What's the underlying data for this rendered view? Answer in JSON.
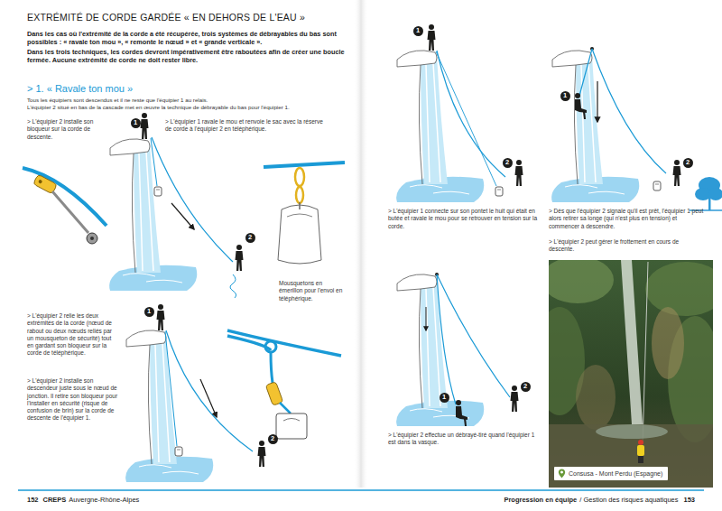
{
  "diagram": {
    "title": "EXTRÉMITÉ DE CORDE GARDÉE « EN DEHORS DE L'EAU »",
    "nodes": [
      {
        "text": [
          "1"
        ]
      },
      {
        "text": [
          "2"
        ]
      },
      {
        "text": [
          "1"
        ]
      },
      {
        "text": [
          "2"
        ]
      },
      {
        "text": [
          "1"
        ]
      },
      {
        "text": [
          "2"
        ]
      },
      {
        "text": [
          "1"
        ]
      },
      {
        "text": [
          "2"
        ]
      },
      {
        "text": [
          "1"
        ]
      },
      {
        "text": [
          "2"
        ]
      },
      {
        "text": [
          "Consusa - Mont Perdu (Espagne)"
        ]
      }
    ],
    "labels": [
      "Dans les cas où l'extrémité de la corde a été récupérée, trois systèmes de débrayables du bas sont possibles : « ravale ton mou », « remonte le nœud » et « grande verticale ».",
      "Dans les trois techniques, les cordes devront impérativement être raboutées afin de créer une boucle fermée. Aucune extrémité de corde ne doit rester libre.",
      "> 1. « Ravale ton mou »",
      "Tous les équipiers sont descendus et il ne reste que l'équipier 1 au relais.",
      "L'équipier 2 situé en bas de la cascade met en œuvre la technique de débrayable du bas pour l'équipier 1.",
      "> L'équipier 2 installe son bloqueur sur la corde de descente.",
      "> L'équipier 1 ravale le mou et renvoie le sac avec la réserve de corde à l'équipier 2 en téléphérique.",
      "Mousquetons en émerillon pour l'envoi en téléphérique.",
      "> L'équipier 2 relie les deux extrémités de la corde (nœud de rabout ou deux nœuds reliés par un mousqueton de sécurité) tout en gardant son bloqueur sur la corde de téléphérique.",
      "> L'équipier 2 installe son descendeur juste sous le nœud de jonction. Il retire son bloqueur pour l'installer en sécurité (risque de confusion de brin) sur la corde de descente de l'équipier 1.",
      "> L'équipier 1 connecte sur son pontet le huit qui était en butée et ravale le mou pour se retrouver en tension sur la corde.",
      "> Dès que l'équipier 2 signale qu'il est prêt, l'équipier 1 peut alors retirer sa longe (qui n'est plus en tension) et commencer à descendre.",
      "> L'équipier 2 peut gérer le frottement en cours de descente.",
      "> L'équipier 2 effectue un débrayé-tiré quand l'équipier 1 est dans la vasque.",
      "152",
      "CREPS",
      "Auvergne-Rhône-Alpes",
      "Progression en équipe",
      "/ Gestion des risques aquatiques",
      "153"
    ]
  }
}
